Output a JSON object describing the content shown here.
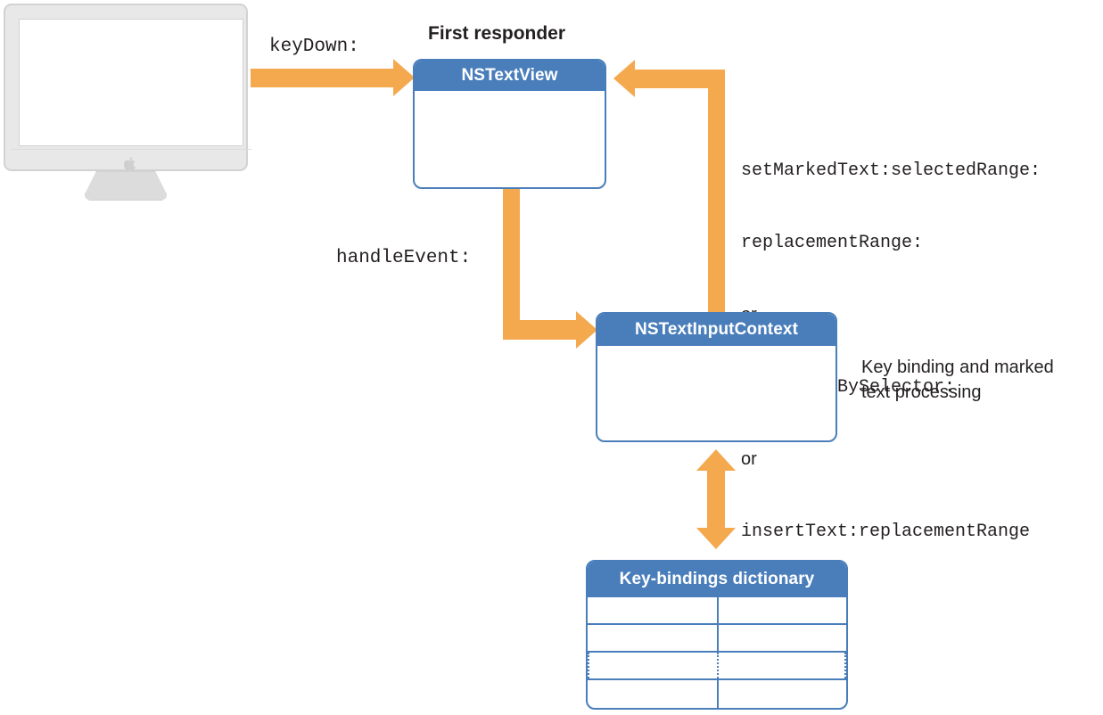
{
  "diagram": {
    "title_label": "First responder",
    "colors": {
      "box_blue": "#4a7ebb",
      "arrow_orange": "#f5a94e",
      "monitor_gray": "#e8e8e8",
      "text_black": "#231f20"
    },
    "monitor": {
      "name": "display-illustration",
      "logo_glyph": ""
    },
    "boxes": {
      "textview": {
        "title": "NSTextView"
      },
      "inputcontext": {
        "title": "NSTextInputContext",
        "note_line_1": "Key binding and marked",
        "note_line_2": "text processing"
      },
      "keybindings": {
        "title": "Key-bindings dictionary",
        "rows": [
          "row-1",
          "row-2",
          "ellipsis-row",
          "row-4"
        ]
      }
    },
    "arrows": {
      "keydown": {
        "label": "keyDown:",
        "from": "display-illustration",
        "to": "NSTextView"
      },
      "handle_event": {
        "label": "handleEvent:",
        "from": "NSTextView",
        "to": "NSTextInputContext"
      },
      "return_path": {
        "from": "NSTextInputContext",
        "to": "NSTextView",
        "label_lines": [
          "setMarkedText:selectedRange:",
          "replacementRange:",
          "or",
          "doCommandBySelector:",
          "or",
          "insertText:replacementRange"
        ],
        "mono_flags": [
          true,
          true,
          false,
          true,
          false,
          true
        ]
      },
      "dictionary_link": {
        "from": "NSTextInputContext",
        "to": "Key-bindings dictionary",
        "style": "double-headed"
      }
    }
  }
}
